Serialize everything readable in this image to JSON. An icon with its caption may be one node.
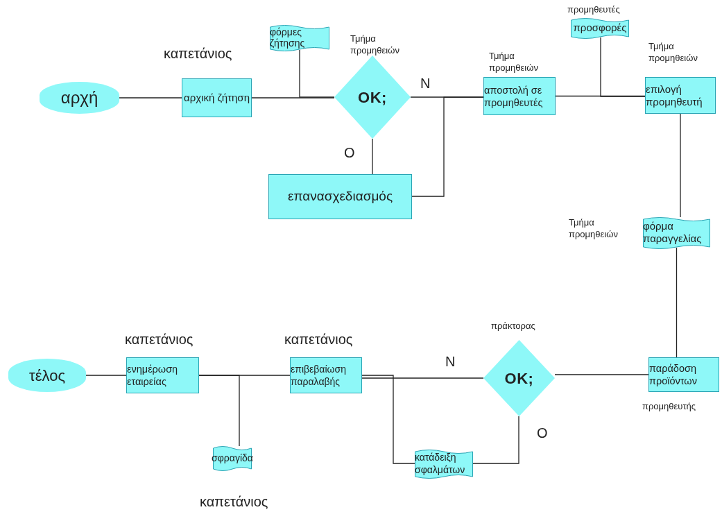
{
  "diagram": {
    "nodes": [
      {
        "text": [
          "αρχή"
        ]
      },
      {
        "text": [
          "αρχική ζήτηση"
        ],
        "beside": [
          "καπετάνιος"
        ]
      },
      {
        "text": [
          "φόρμες ζήτησης"
        ]
      },
      {
        "text": [
          "ΟΚ;"
        ],
        "beside": [
          "Τμήμα προμηθειών"
        ]
      },
      {
        "text": [
          "επανασχεδιασμός"
        ]
      },
      {
        "text": [
          "αποστολή σε προμηθευτές"
        ],
        "beside": [
          "Τμήμα προμηθειών"
        ]
      },
      {
        "text": [
          "προσφορές"
        ],
        "beside": [
          "προμηθευτές"
        ]
      },
      {
        "text": [
          "επιλογή προμηθευτή"
        ],
        "beside": [
          "Τμήμα προμηθειών"
        ]
      },
      {
        "text": [
          "φόρμα παραγγελίας"
        ],
        "beside": [
          "Τμήμα προμηθειών"
        ]
      },
      {
        "text": [
          "παράδοση προϊόντων"
        ],
        "beside": [
          "προμηθευτής"
        ]
      },
      {
        "text": [
          "ΟΚ;"
        ],
        "beside": [
          "πράκτορας"
        ]
      },
      {
        "text": [
          "κατάδειξη σφαλμάτων"
        ]
      },
      {
        "text": [
          "επιβεβαίωση παραλαβής"
        ],
        "beside": [
          "καπετάνιος"
        ]
      },
      {
        "text": [
          "σφραγίδα"
        ],
        "beside": [
          "καπετάνιος"
        ]
      },
      {
        "text": [
          "ενημέρωση εταιρείας"
        ],
        "beside": [
          "καπετάνιος"
        ]
      },
      {
        "text": [
          "τέλος"
        ]
      }
    ],
    "edges": [
      {
        "from": 0,
        "to": 1,
        "arrow": "none"
      },
      {
        "from": 1,
        "to": 3,
        "arrow": "none"
      },
      {
        "from": 2,
        "to": 3,
        "arrow": "none"
      },
      {
        "from": 3,
        "to": 5,
        "arrow": "none",
        "label": "Ν"
      },
      {
        "from": 3,
        "to": 4,
        "arrow": "none",
        "label": "Ο"
      },
      {
        "from": 4,
        "to": 5,
        "arrow": "none"
      },
      {
        "from": 5,
        "to": 7,
        "arrow": "none"
      },
      {
        "from": 6,
        "to": 7,
        "arrow": "none"
      },
      {
        "from": 7,
        "to": 8,
        "arrow": "none"
      },
      {
        "from": 8,
        "to": 9,
        "arrow": "none"
      },
      {
        "from": 9,
        "to": 10,
        "arrow": "none"
      },
      {
        "from": 10,
        "to": 12,
        "arrow": "none",
        "label": "Ν"
      },
      {
        "from": 10,
        "to": 11,
        "arrow": "none",
        "label": "Ο"
      },
      {
        "from": 11,
        "to": 12,
        "arrow": "none"
      },
      {
        "from": 12,
        "to": 14,
        "arrow": "none"
      },
      {
        "from": 13,
        "to": 14,
        "arrow": "none"
      },
      {
        "from": 14,
        "to": 15,
        "arrow": "none"
      }
    ]
  }
}
